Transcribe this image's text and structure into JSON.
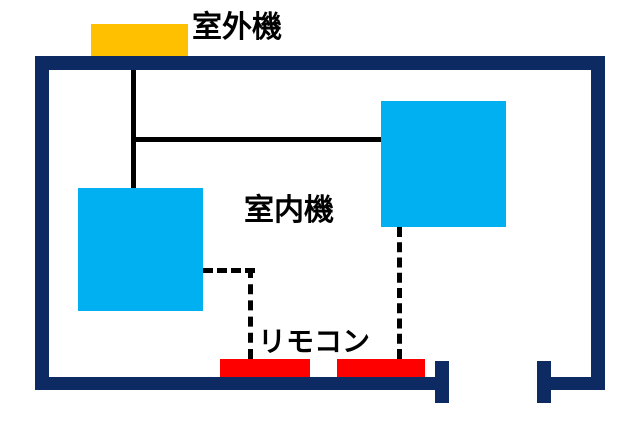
{
  "diagram": {
    "title": "air-conditioner-installation-diagram",
    "labels": {
      "outdoor_unit": "室外機",
      "indoor_unit": "室内機",
      "remote": "リモコン"
    },
    "colors": {
      "wall": "#0d2a63",
      "outdoor_unit": "#ffc000",
      "indoor_unit": "#00b0f0",
      "remote": "#ff0000",
      "pipe": "#000000",
      "background": "#ffffff"
    }
  }
}
